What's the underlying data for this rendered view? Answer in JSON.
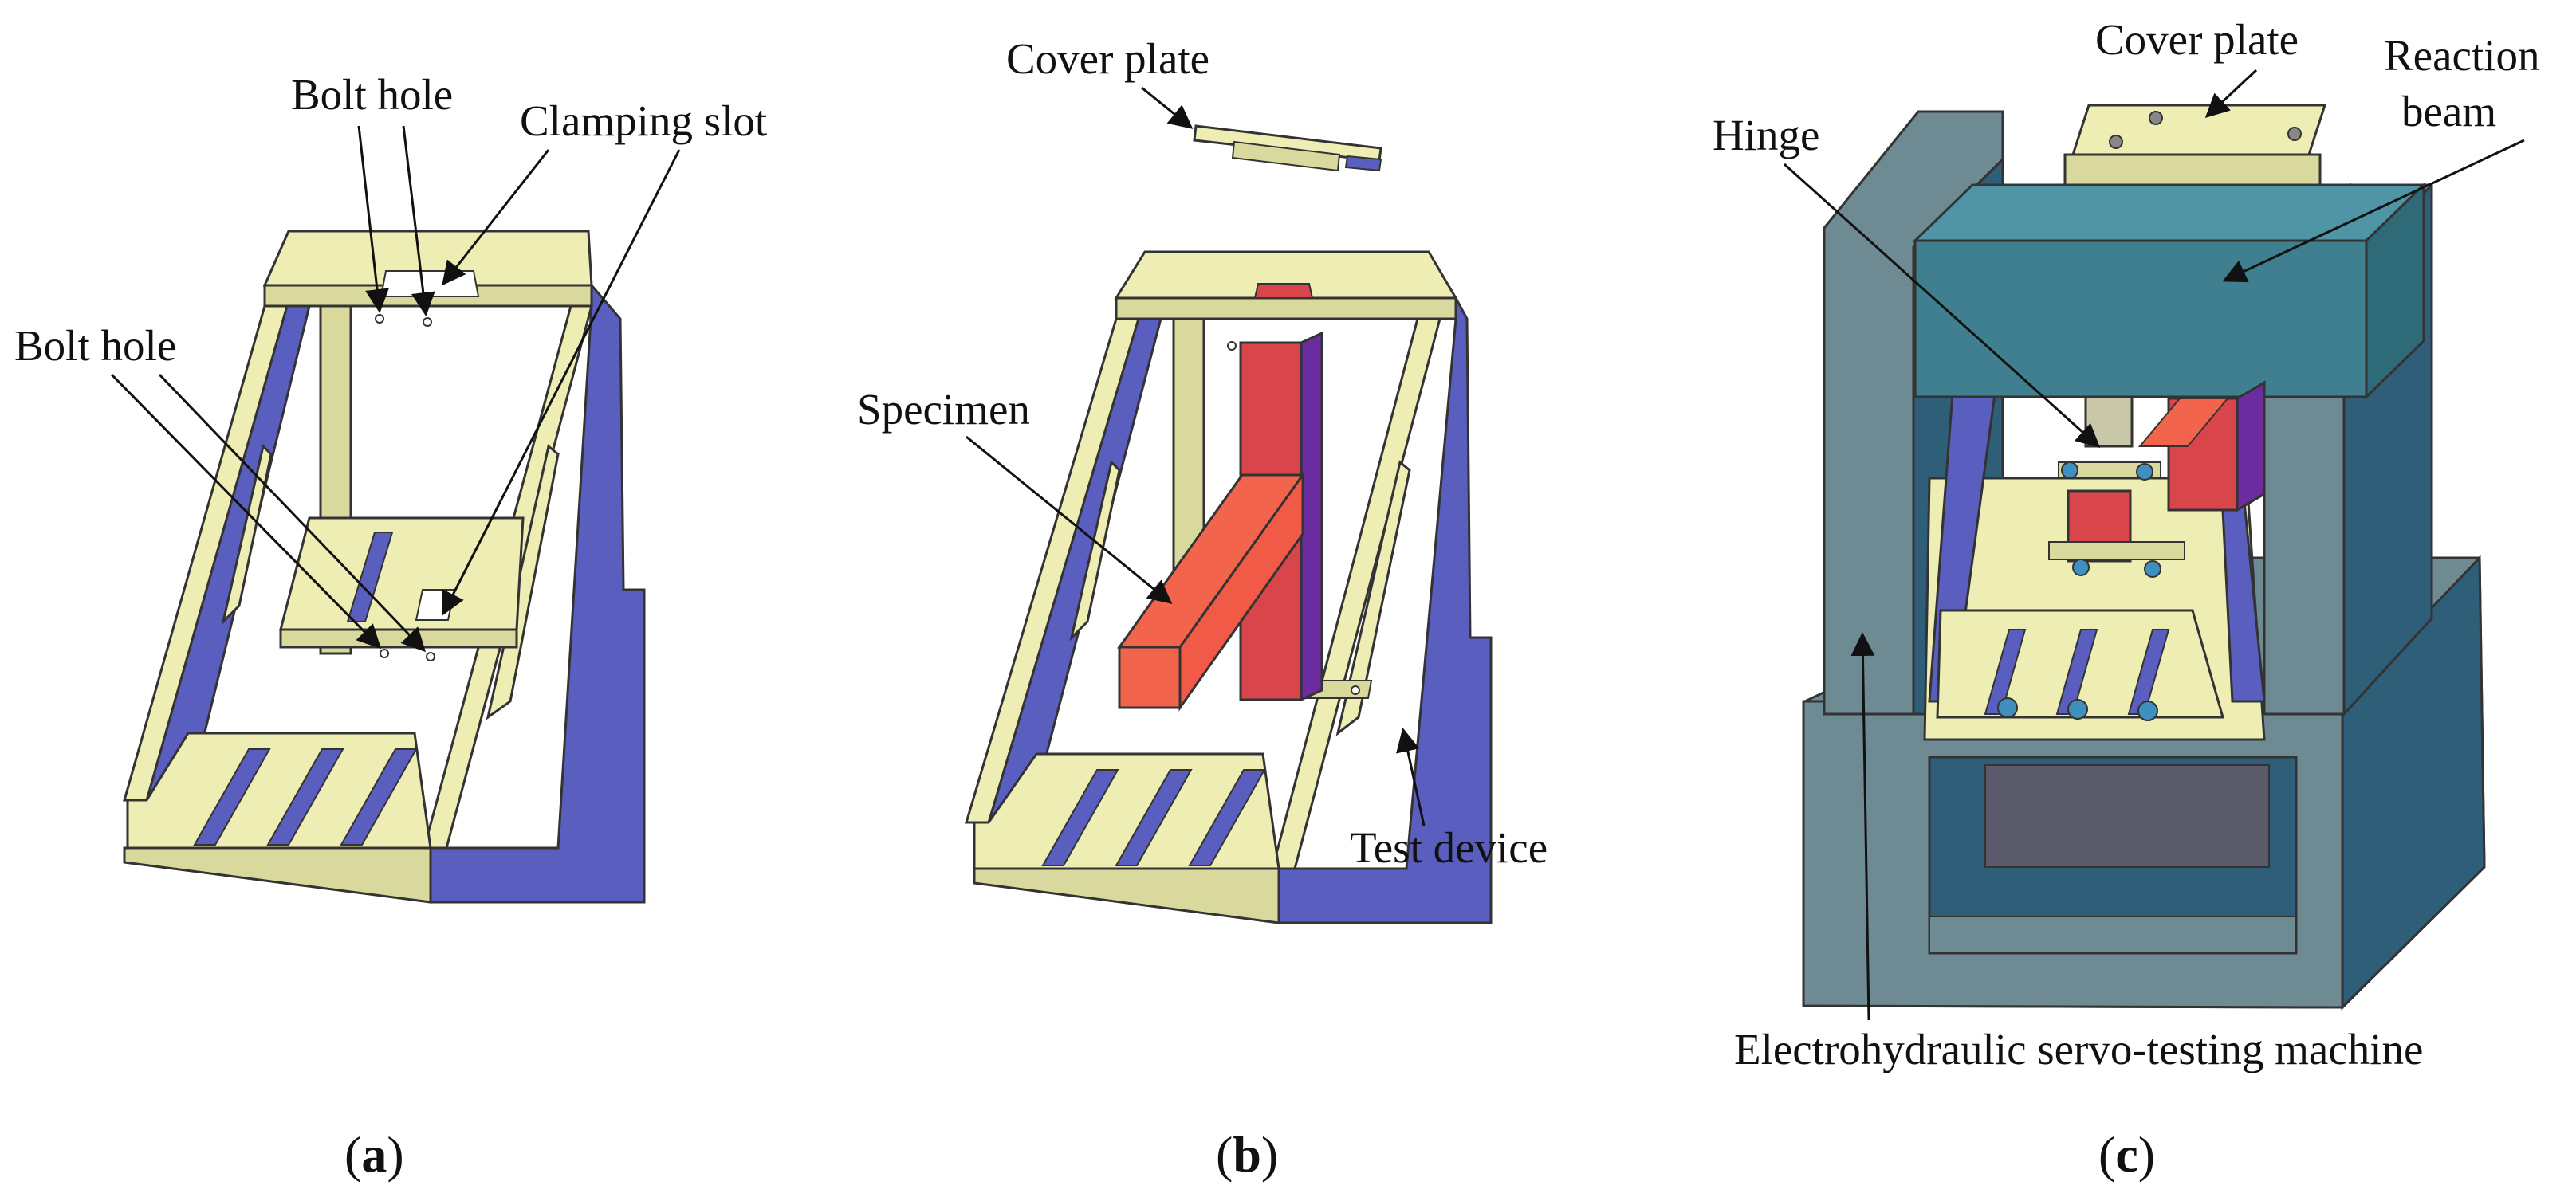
{
  "colors": {
    "frame_cream": "#EDEDB4",
    "frame_blue": "#5A5EBE",
    "specimen_red": "#F2644C",
    "specimen_dark": "#D8464C",
    "specimen_purple": "#6A2C9E",
    "machine_gray": "#6E8A93",
    "machine_dark": "#2F5F78",
    "beam_teal": "#3F7F8F"
  },
  "panel_a": {
    "caption_open": "(",
    "caption_letter": "a",
    "caption_close": ")",
    "labels": {
      "bolt_hole_top": "Bolt hole",
      "clamping_slot": "Clamping slot",
      "bolt_hole_left": "Bolt hole"
    }
  },
  "panel_b": {
    "caption_open": "(",
    "caption_letter": "b",
    "caption_close": ")",
    "labels": {
      "cover_plate": "Cover plate",
      "specimen": "Specimen",
      "test_device": "Test device"
    }
  },
  "panel_c": {
    "caption_open": "(",
    "caption_letter": "c",
    "caption_close": ")",
    "labels": {
      "cover_plate": "Cover plate",
      "reaction_beam_line1": "Reaction",
      "reaction_beam_line2": "beam",
      "hinge": "Hinge",
      "machine": "Electrohydraulic servo-testing machine"
    }
  }
}
